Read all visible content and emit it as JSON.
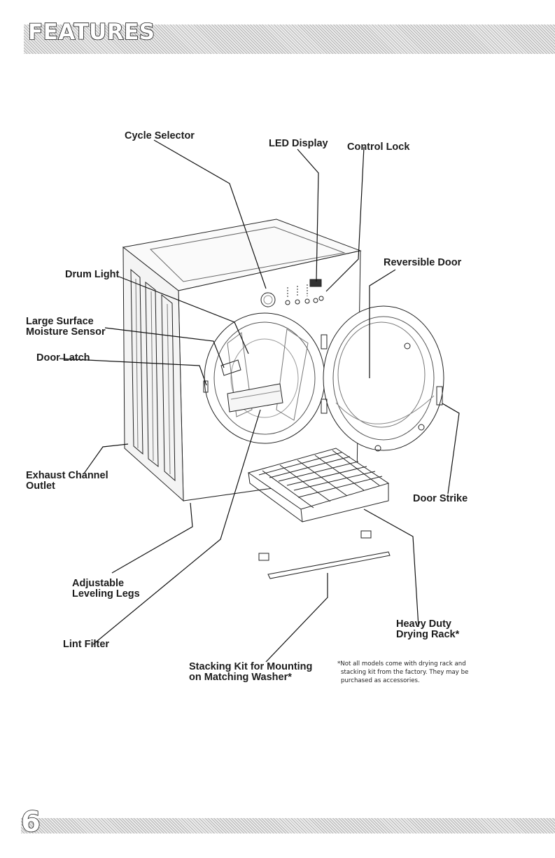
{
  "header": {
    "title": "FEATURES"
  },
  "labels": {
    "cycle_selector": "Cycle Selector",
    "led_display": "LED Display",
    "control_lock": "Control Lock",
    "reversible_door": "Reversible Door",
    "drum_light": "Drum Light",
    "moisture_sensor": [
      "Large Surface",
      "Moisture Sensor"
    ],
    "door_latch": "Door Latch",
    "exhaust_channel": [
      "Exhaust Channel",
      "Outlet"
    ],
    "door_strike": "Door Strike",
    "leveling_legs": [
      "Adjustable",
      "Leveling Legs"
    ],
    "lint_filter": "Lint Filter",
    "stacking_kit": [
      "Stacking Kit for Mounting",
      "on Matching Washer*"
    ],
    "drying_rack": [
      "Heavy Duty",
      "Drying Rack*"
    ]
  },
  "footnote": [
    "*Not all models come with drying rack and",
    "stacking kit from the factory. They may be",
    "purchased as accessories."
  ],
  "footer": {
    "page_number": "6"
  },
  "colors": {
    "ink": "#1c1c1c",
    "stripe_dark": "#b4b4b4",
    "stripe_light": "#ececec"
  }
}
